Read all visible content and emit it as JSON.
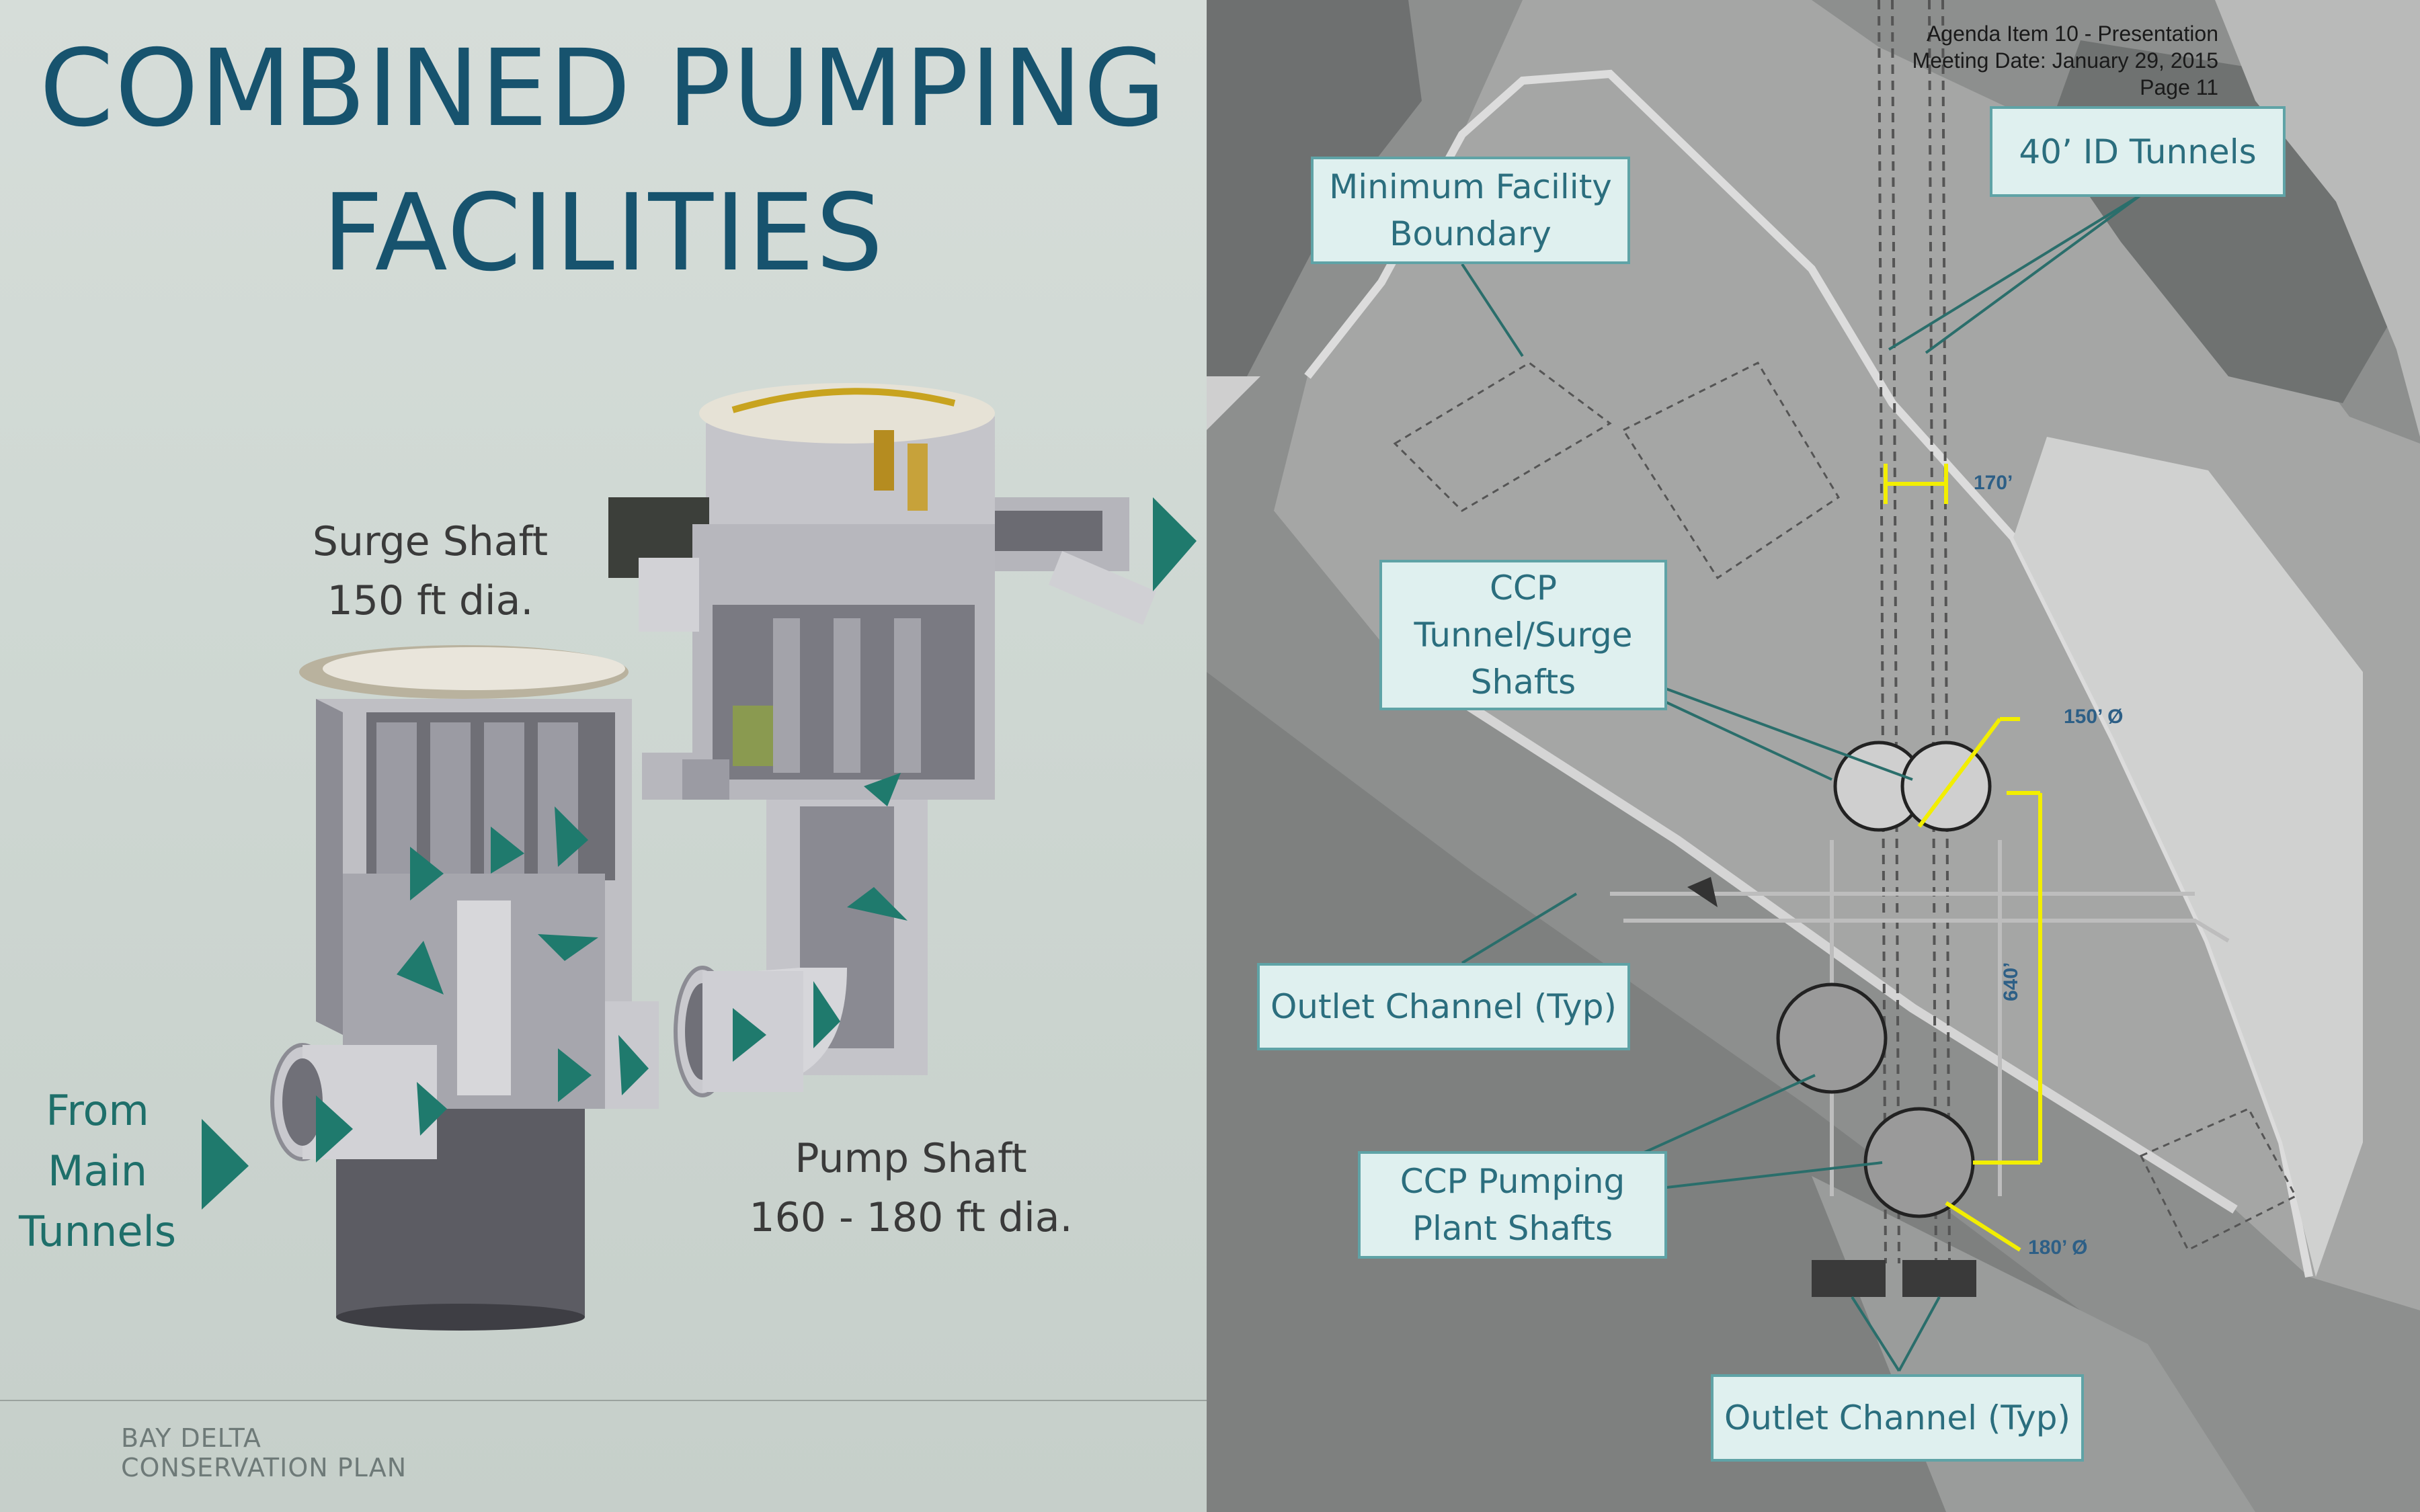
{
  "title": {
    "line1": "COMBINED PUMPING",
    "line2": "FACILITIES"
  },
  "left_labels": {
    "surge_shaft": [
      "Surge Shaft",
      "150 ft dia."
    ],
    "pump_shaft": [
      "Pump Shaft",
      "160 - 180 ft dia."
    ],
    "from_main_tunnels": [
      "From",
      "Main",
      "Tunnels"
    ]
  },
  "logo": {
    "line1": "BAY DELTA",
    "line2": "CONSERVATION PLAN"
  },
  "agenda": {
    "line1": "Agenda Item 10 - Presentation",
    "line2": "Meeting Date:  January 29, 2015",
    "line3": "Page 11"
  },
  "callouts": {
    "min_facility": [
      "Minimum Facility",
      "Boundary"
    ],
    "tunnels": [
      "40’ ID Tunnels"
    ],
    "ccp_shafts": [
      "CCP",
      "Tunnel/Surge",
      "Shafts"
    ],
    "outlet1": [
      "Outlet Channel (Typ)"
    ],
    "pumping": [
      "CCP Pumping",
      "Plant Shafts"
    ],
    "outlet2": [
      "Outlet Channel (Typ)"
    ]
  },
  "dimensions": {
    "d170": "170’",
    "d150": "150’ Ø",
    "d640": "640’",
    "d180": "180’ Ø"
  },
  "colors": {
    "title": "#17536e",
    "callout_border": "#5fa3a6",
    "callout_text": "#2b6e7e",
    "arrow_teal": "#1f7a6d",
    "dim_yellow": "#f2ee00"
  }
}
